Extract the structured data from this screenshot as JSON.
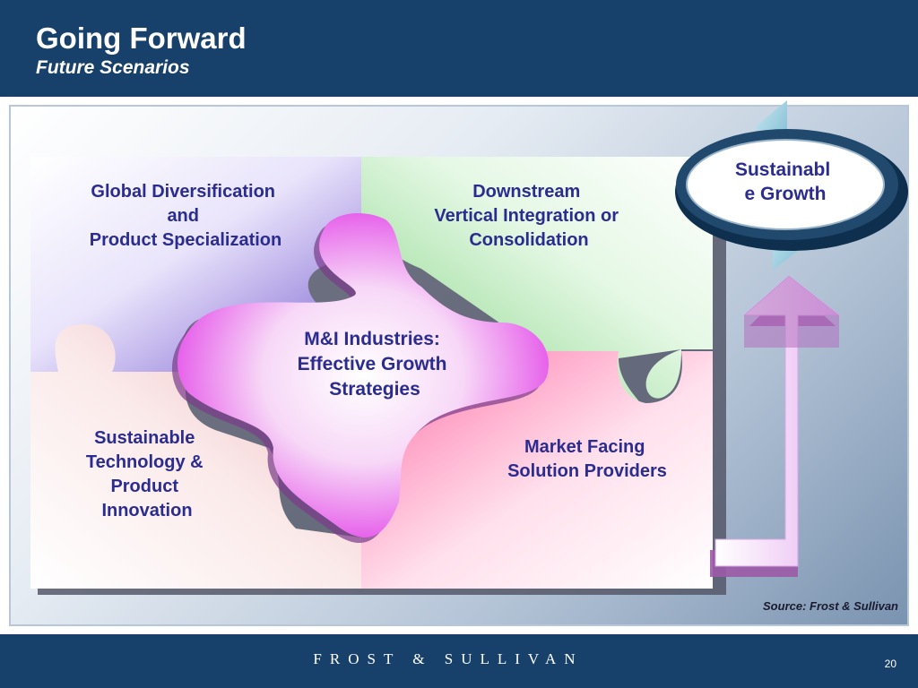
{
  "slide": {
    "title": "Going Forward",
    "subtitle": "Future Scenarios",
    "source": "Source: Frost & Sullivan",
    "brand": "FROST & SULLIVAN",
    "page_number": "20"
  },
  "diagram": {
    "top_left": [
      "Global Diversification",
      "and",
      "Product Specialization"
    ],
    "top_right": [
      "Downstream",
      "Vertical Integration or",
      "Consolidation"
    ],
    "center": [
      "M&I Industries:",
      "Effective Growth",
      "Strategies"
    ],
    "bottom_left": [
      "Sustainable",
      "Technology &",
      "Product",
      "Innovation"
    ],
    "bottom_right": [
      "Market Facing",
      "Solution Providers"
    ],
    "goal": [
      "Sustainabl",
      "e Growth"
    ]
  },
  "colors": {
    "header_bg": "#17406b",
    "label_text": "#2b2c8f",
    "purple_piece": "#8a70d6",
    "green_piece": "#8fd98f",
    "pink_piece": "#ff80b0",
    "magenta_piece": "#e033e0"
  }
}
